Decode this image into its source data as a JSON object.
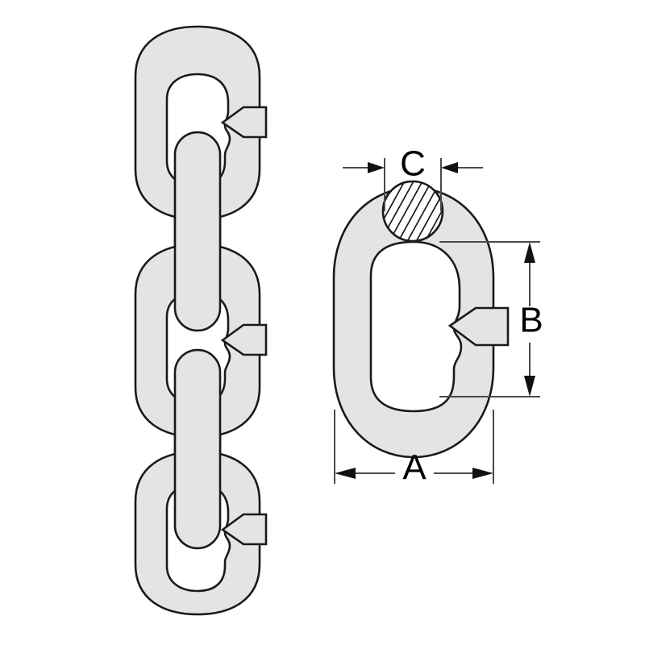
{
  "drawing": {
    "title": "Chain Link Dimension Drawing",
    "type": "technical-line-drawing",
    "background_color": "#ffffff",
    "line_color": "#1a1a1a",
    "fill_color": "#e2e4e6",
    "hole_color": "#ffffff",
    "dimension_color": "#4a4a4a"
  },
  "dimensions": {
    "labels": [
      {
        "id": "A",
        "text": "A",
        "meaning": "outside width of link",
        "orientation": "horizontal",
        "position": "bottom"
      },
      {
        "id": "B",
        "text": "B",
        "meaning": "inside length of link opening",
        "orientation": "vertical",
        "position": "right"
      },
      {
        "id": "C",
        "text": "C",
        "meaning": "material diameter of chain stock",
        "orientation": "horizontal",
        "position": "top"
      }
    ]
  },
  "chain_view": {
    "name": "chain-assembly-view",
    "description": "three interlocking chain links shown in a vertical run",
    "link_count": 3,
    "connector_count": 2,
    "weld_marks": 3
  },
  "detail_view": {
    "name": "single-link-detail-view",
    "description": "single chain link with cross-section hatching and dimension callouts",
    "has_section_hatch": true,
    "has_weld_mark": true
  }
}
